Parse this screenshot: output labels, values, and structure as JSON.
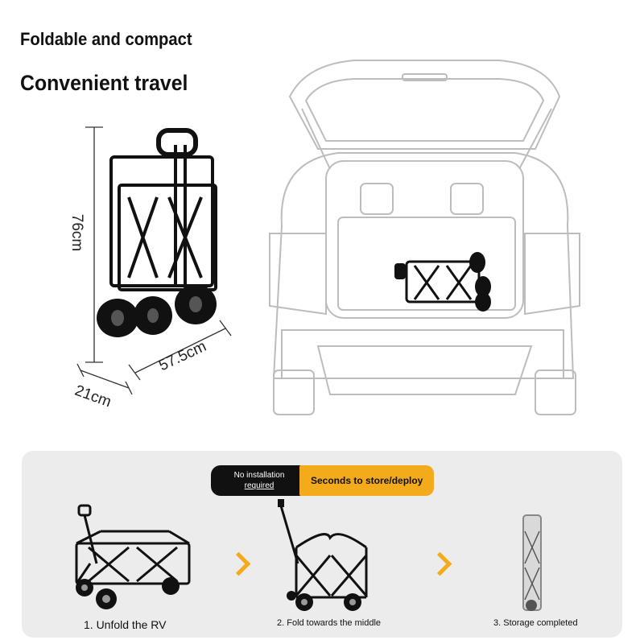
{
  "headings": {
    "line1": "Foldable and compact",
    "line2": "Convenient travel"
  },
  "dimensions": {
    "height": "76cm",
    "width": "57.5cm",
    "depth": "21cm"
  },
  "badges": {
    "dark_line1": "No installation",
    "dark_line2": "required",
    "yellow": "Seconds to store/deploy"
  },
  "steps": [
    {
      "label": "1. Unfold the RV"
    },
    {
      "label": "2. Fold towards the middle"
    },
    {
      "label": "3. Storage completed"
    }
  ],
  "colors": {
    "accent": "#f3aa1b",
    "dark": "#111111",
    "panel": "#ececec"
  }
}
